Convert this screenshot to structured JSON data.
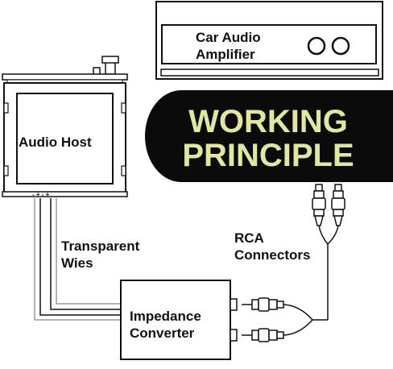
{
  "banner": {
    "line1": "WORKING",
    "line2": "PRINCIPLE",
    "text_color": "#dfe7a2",
    "bg_color": "#0b0b0b"
  },
  "amplifier": {
    "line1": "Car Audio",
    "line2": "Amplifier"
  },
  "host": {
    "label": "Audio Host",
    "terminal_marks": "- + - +"
  },
  "wires": {
    "line1": "Transparent",
    "line2": "Wies"
  },
  "rca": {
    "line1": "RCA",
    "line2": "Connectors"
  },
  "converter": {
    "line1": "Impedance",
    "line2": "Converter"
  },
  "colors": {
    "line": "#111111",
    "wire_gray": "#9a9a9a"
  }
}
